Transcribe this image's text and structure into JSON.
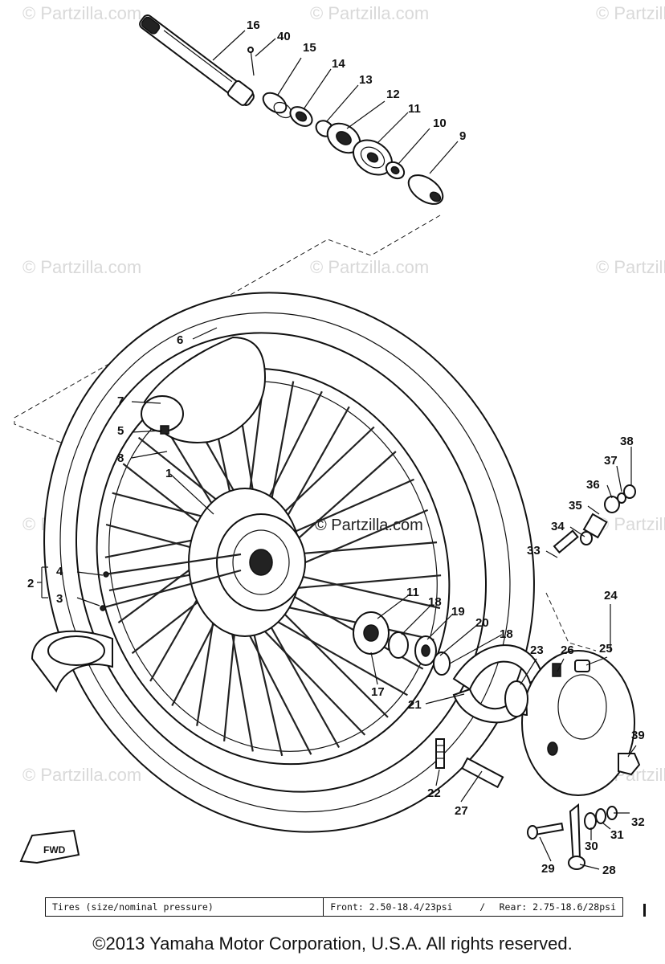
{
  "watermark": "© Partzilla.com",
  "center_watermark": "© Partzilla.com",
  "callouts": {
    "c1": "1",
    "c2": "2",
    "c3": "3",
    "c4": "4",
    "c5": "5",
    "c6": "6",
    "c7": "7",
    "c8": "8",
    "c9": "9",
    "c10": "10",
    "c11a": "11",
    "c11b": "11",
    "c12": "12",
    "c13": "13",
    "c14": "14",
    "c15": "15",
    "c16": "16",
    "c17": "17",
    "c18a": "18",
    "c18b": "18",
    "c19": "19",
    "c20": "20",
    "c21": "21",
    "c22": "22",
    "c23": "23",
    "c24": "24",
    "c25": "25",
    "c26": "26",
    "c27": "27",
    "c28": "28",
    "c29": "29",
    "c30": "30",
    "c31": "31",
    "c32": "32",
    "c33": "33",
    "c34": "34",
    "c35": "35",
    "c36": "36",
    "c37": "37",
    "c38": "38",
    "c39": "39",
    "c40": "40"
  },
  "fwd_label": "FWD",
  "spec": {
    "label": "Tires (size/nominal pressure)",
    "front": "Front:  2.50-18.4/23psi",
    "separator": "/",
    "rear": "Rear:  2.75-18.6/28psi"
  },
  "copyright": "©2013 Yamaha Motor Corporation, U.S.A. All rights reserved.",
  "colors": {
    "ink": "#111111",
    "watermark": "#d9d9d9",
    "background": "#ffffff"
  }
}
